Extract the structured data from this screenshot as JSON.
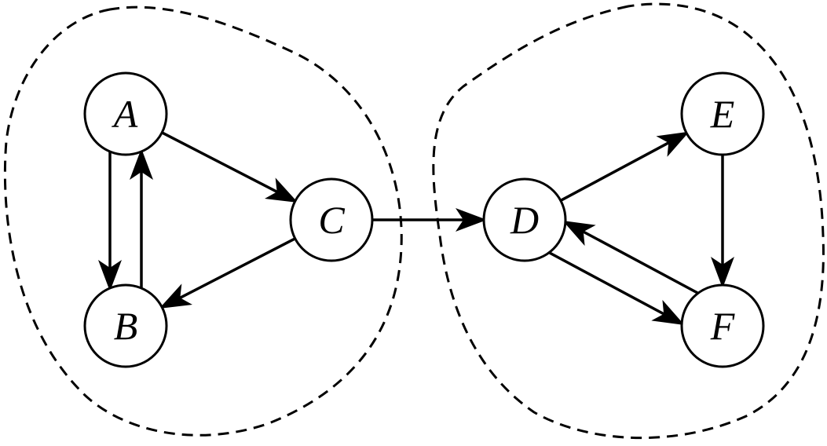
{
  "nodes": [
    {
      "id": "A",
      "label": "A"
    },
    {
      "id": "B",
      "label": "B"
    },
    {
      "id": "C",
      "label": "C"
    },
    {
      "id": "D",
      "label": "D"
    },
    {
      "id": "E",
      "label": "E"
    },
    {
      "id": "F",
      "label": "F"
    }
  ],
  "edges": [
    {
      "from": "A",
      "to": "B"
    },
    {
      "from": "B",
      "to": "A"
    },
    {
      "from": "A",
      "to": "C"
    },
    {
      "from": "C",
      "to": "B"
    },
    {
      "from": "C",
      "to": "D"
    },
    {
      "from": "D",
      "to": "E"
    },
    {
      "from": "E",
      "to": "F"
    },
    {
      "from": "D",
      "to": "F"
    },
    {
      "from": "F",
      "to": "D"
    }
  ],
  "clusters": [
    {
      "members": [
        "A",
        "B",
        "C"
      ]
    },
    {
      "members": [
        "D",
        "E",
        "F"
      ]
    }
  ],
  "colors": {
    "stroke": "#000000",
    "background": "#ffffff"
  }
}
